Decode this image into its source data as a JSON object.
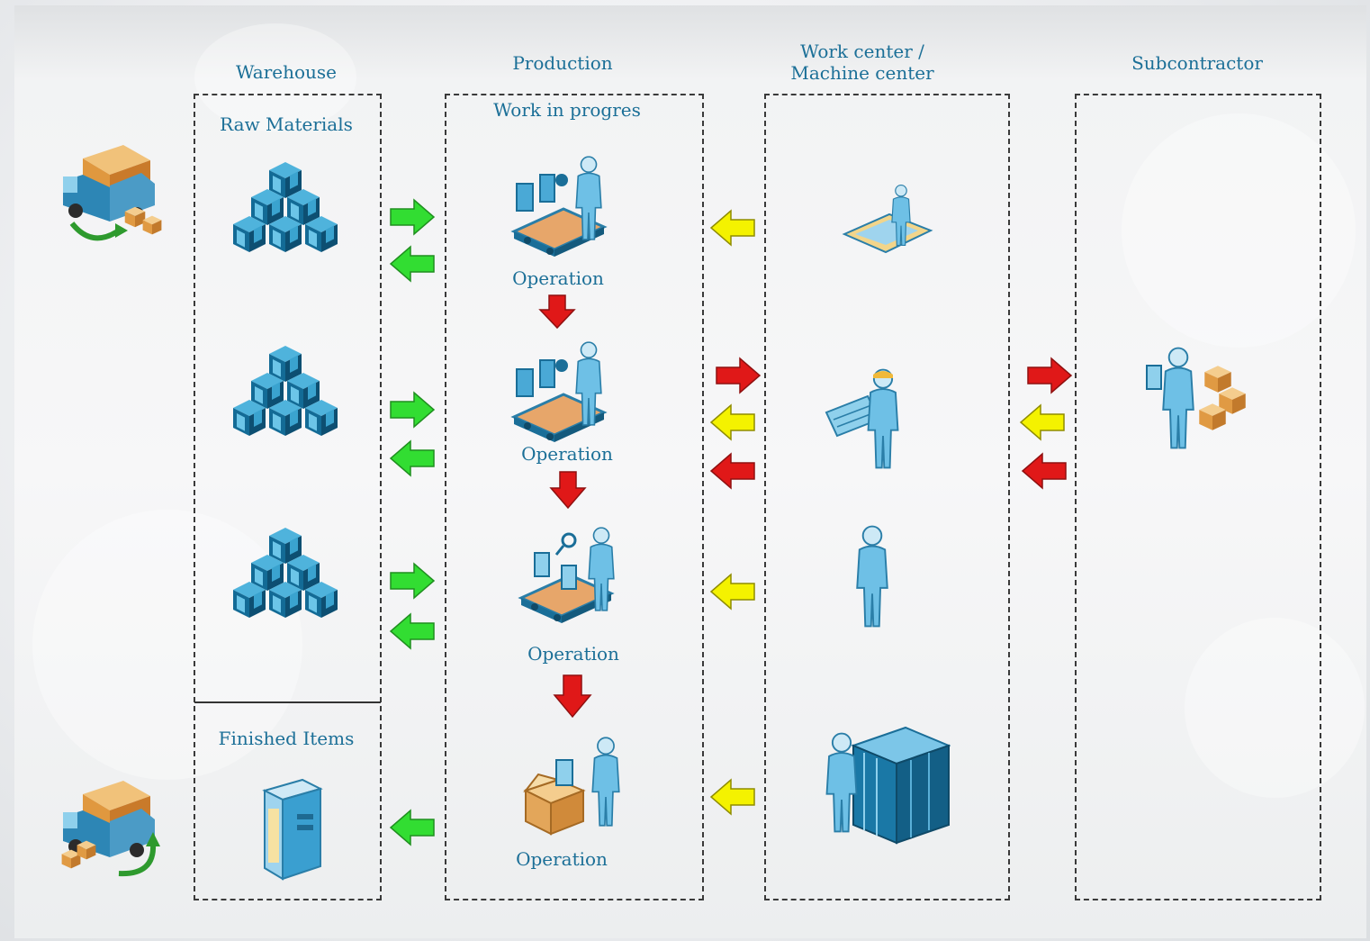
{
  "headers": {
    "warehouse": "Warehouse",
    "production": "Production",
    "workcenter_line1": "Work center /",
    "workcenter_line2": "Machine center",
    "subcontractor": "Subcontractor"
  },
  "warehouse": {
    "raw_materials_label": "Raw Materials",
    "finished_items_label": "Finished Items"
  },
  "production": {
    "wip_label": "Work in progres",
    "operation_labels": [
      "Operation",
      "Operation",
      "Operation",
      "Operation"
    ]
  },
  "colors": {
    "text": "#1b6f97",
    "green_arrow": "#2fdc2f",
    "yellow_arrow": "#f4f200",
    "red_arrow": "#e01818",
    "icon_blue": "#1e7aa8",
    "icon_light": "#8fd0ec",
    "box_orange": "#e0a055"
  },
  "icons": {
    "truck_in": "delivery-truck-icon",
    "truck_out": "delivery-truck-icon",
    "raw_material": "stacked-boxes-icon",
    "finished_item": "finished-package-icon",
    "operations": [
      "assembly-line-worker-icon",
      "assembly-line-worker-icon",
      "inspection-line-worker-icon",
      "packing-worker-icon"
    ],
    "workcenters": [
      "planning-desk-worker-icon",
      "blueprint-worker-icon",
      "standing-worker-icon",
      "server-rack-worker-icon"
    ],
    "subcontractor": "worker-with-boxes-icon"
  }
}
